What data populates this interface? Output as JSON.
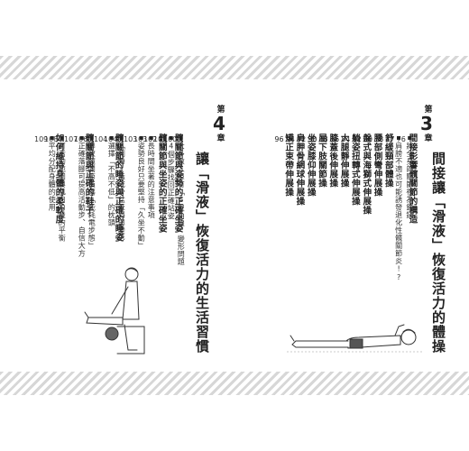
{
  "chapter3": {
    "label": "第",
    "num": "3",
    "label2": "章",
    "title": "間接讓「滑液」恢復活力的體操",
    "items": [
      {
        "kind": "h",
        "text": "間接影響髖關節的構造",
        "page": ""
      },
      {
        "kind": "s",
        "text": "將全身的關節視為鎖鏈",
        "page": "76"
      },
      {
        "kind": "s",
        "text": "肩膀不適也可能誘發退化性髖關節炎!?",
        "page": "77"
      },
      {
        "kind": "h",
        "text": "舒緩頸部體操",
        "page": "78"
      },
      {
        "kind": "h",
        "text": "腰部側彎伸展操",
        "page": "80"
      },
      {
        "kind": "h",
        "text": "盤式與海獅式伸展操",
        "page": "82"
      },
      {
        "kind": "h",
        "text": "躺姿扭轉式伸展操",
        "page": "84"
      },
      {
        "kind": "h",
        "text": "大腿靜伸展操",
        "page": "86"
      },
      {
        "kind": "h",
        "text": "膝蓋後伸展操",
        "page": "88"
      },
      {
        "kind": "h",
        "text": "屈下肢關節操",
        "page": "90"
      },
      {
        "kind": "h",
        "text": "坐姿膝仰伸展操",
        "page": "92"
      },
      {
        "kind": "h",
        "text": "肩胛骨網球伸展操",
        "page": "94"
      },
      {
        "kind": "h",
        "text": "矯正束帶伸展操",
        "page": "96"
      }
    ]
  },
  "chapter4": {
    "label": "第",
    "num": "4",
    "label2": "章",
    "title": "讓「滑液」恢復活力的生活習慣",
    "items": [
      {
        "kind": "h",
        "text": "髖關節與姿勢的正確坐姿",
        "page": ""
      },
      {
        "kind": "s",
        "text": "大多數人患有「S型曲線」變形問題",
        "page": "100"
      },
      {
        "kind": "s",
        "text": "4個步驟找回正確站姿",
        "page": "101"
      },
      {
        "kind": "h",
        "text": "髖關節與坐姿的正確坐姿",
        "page": "102"
      },
      {
        "kind": "s",
        "text": "長時間坐著的注意事項",
        "page": "103"
      },
      {
        "kind": "s",
        "text": "姿勢良好只要堅持「久坐不動」",
        "page": "103"
      },
      {
        "kind": "h",
        "text": "髖關節的睡姿與正確的睡姿",
        "page": ""
      },
      {
        "kind": "s",
        "text": "「側睡」造成骨盆歪斜與變形",
        "page": "104"
      },
      {
        "kind": "s",
        "text": "選擇「不高不低」的枕頭",
        "page": "104"
      },
      {
        "kind": "h",
        "text": "髖關節與正確的鞋子",
        "page": ""
      },
      {
        "kind": "s",
        "text": "導致髖關節損傷「能耗電步態」",
        "page": "106"
      },
      {
        "kind": "s",
        "text": "正確落腳可提高活動步、自信大方",
        "page": "107"
      },
      {
        "kind": "h",
        "text": "如何維持身體的柔軟度",
        "page": ""
      },
      {
        "kind": "s",
        "text": "可活動範圍與肌肉力量的平衡",
        "page": "108"
      },
      {
        "kind": "s",
        "text": "平均分配身體的使用",
        "page": "109"
      }
    ]
  }
}
